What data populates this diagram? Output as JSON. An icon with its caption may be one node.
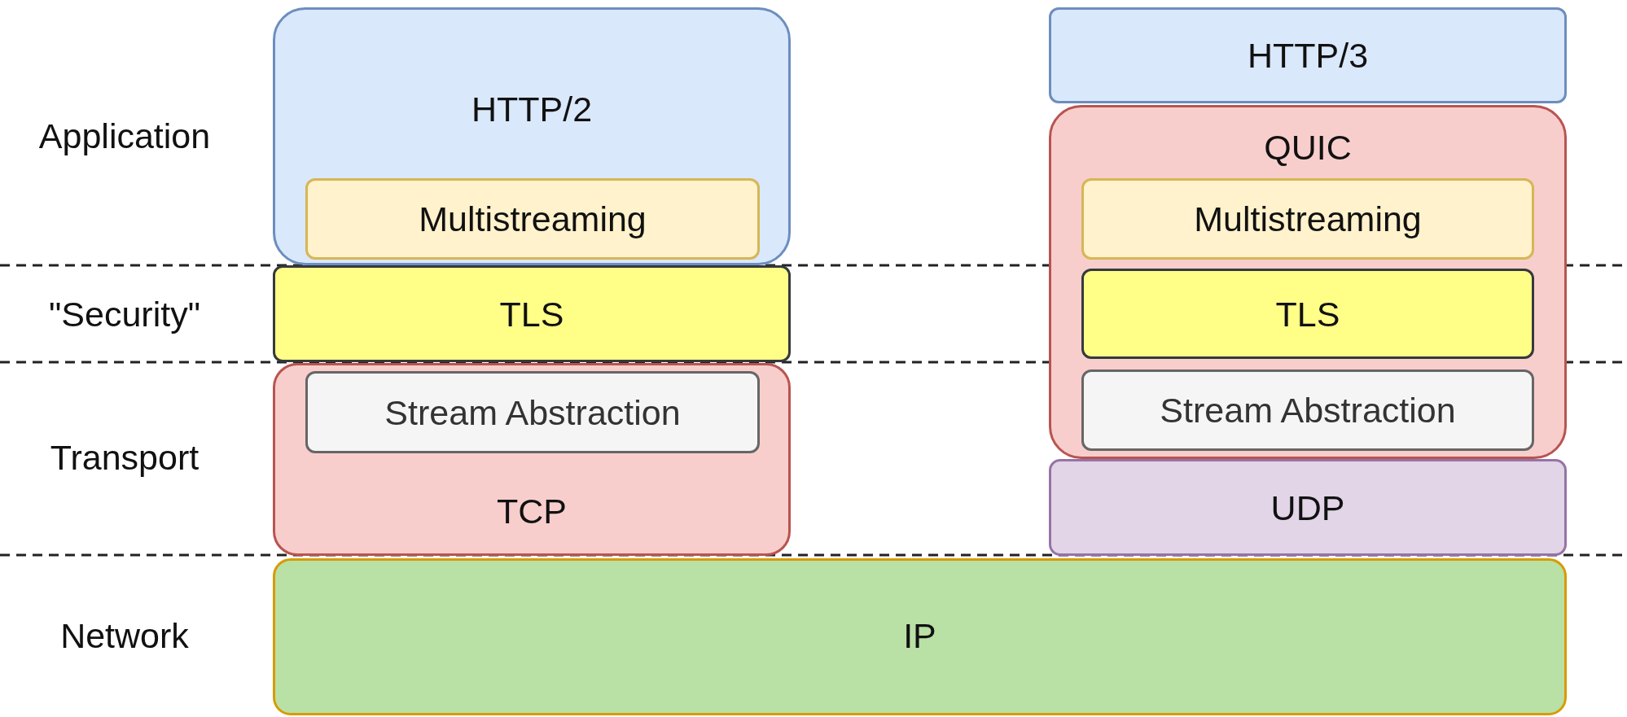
{
  "diagram": {
    "nodes": [
      {
        "text": [
          "HTTP/2"
        ]
      },
      {
        "text": [
          "Multistreaming"
        ],
        "in": 0
      },
      {
        "text": [
          "TLS"
        ]
      },
      {
        "text": [
          "TCP"
        ]
      },
      {
        "text": [
          "Stream Abstraction"
        ],
        "in": 3
      },
      {
        "text": [
          "HTTP/3"
        ]
      },
      {
        "text": [
          "QUIC"
        ]
      },
      {
        "text": [
          "Multistreaming"
        ],
        "in": 6
      },
      {
        "text": [
          "TLS"
        ],
        "in": 6
      },
      {
        "text": [
          "Stream Abstraction"
        ],
        "in": 6
      },
      {
        "text": [
          "UDP"
        ]
      },
      {
        "text": [
          "IP"
        ]
      }
    ],
    "edges": [],
    "labels": [
      "Application",
      "\"Security\"",
      "Transport",
      "Network"
    ]
  }
}
